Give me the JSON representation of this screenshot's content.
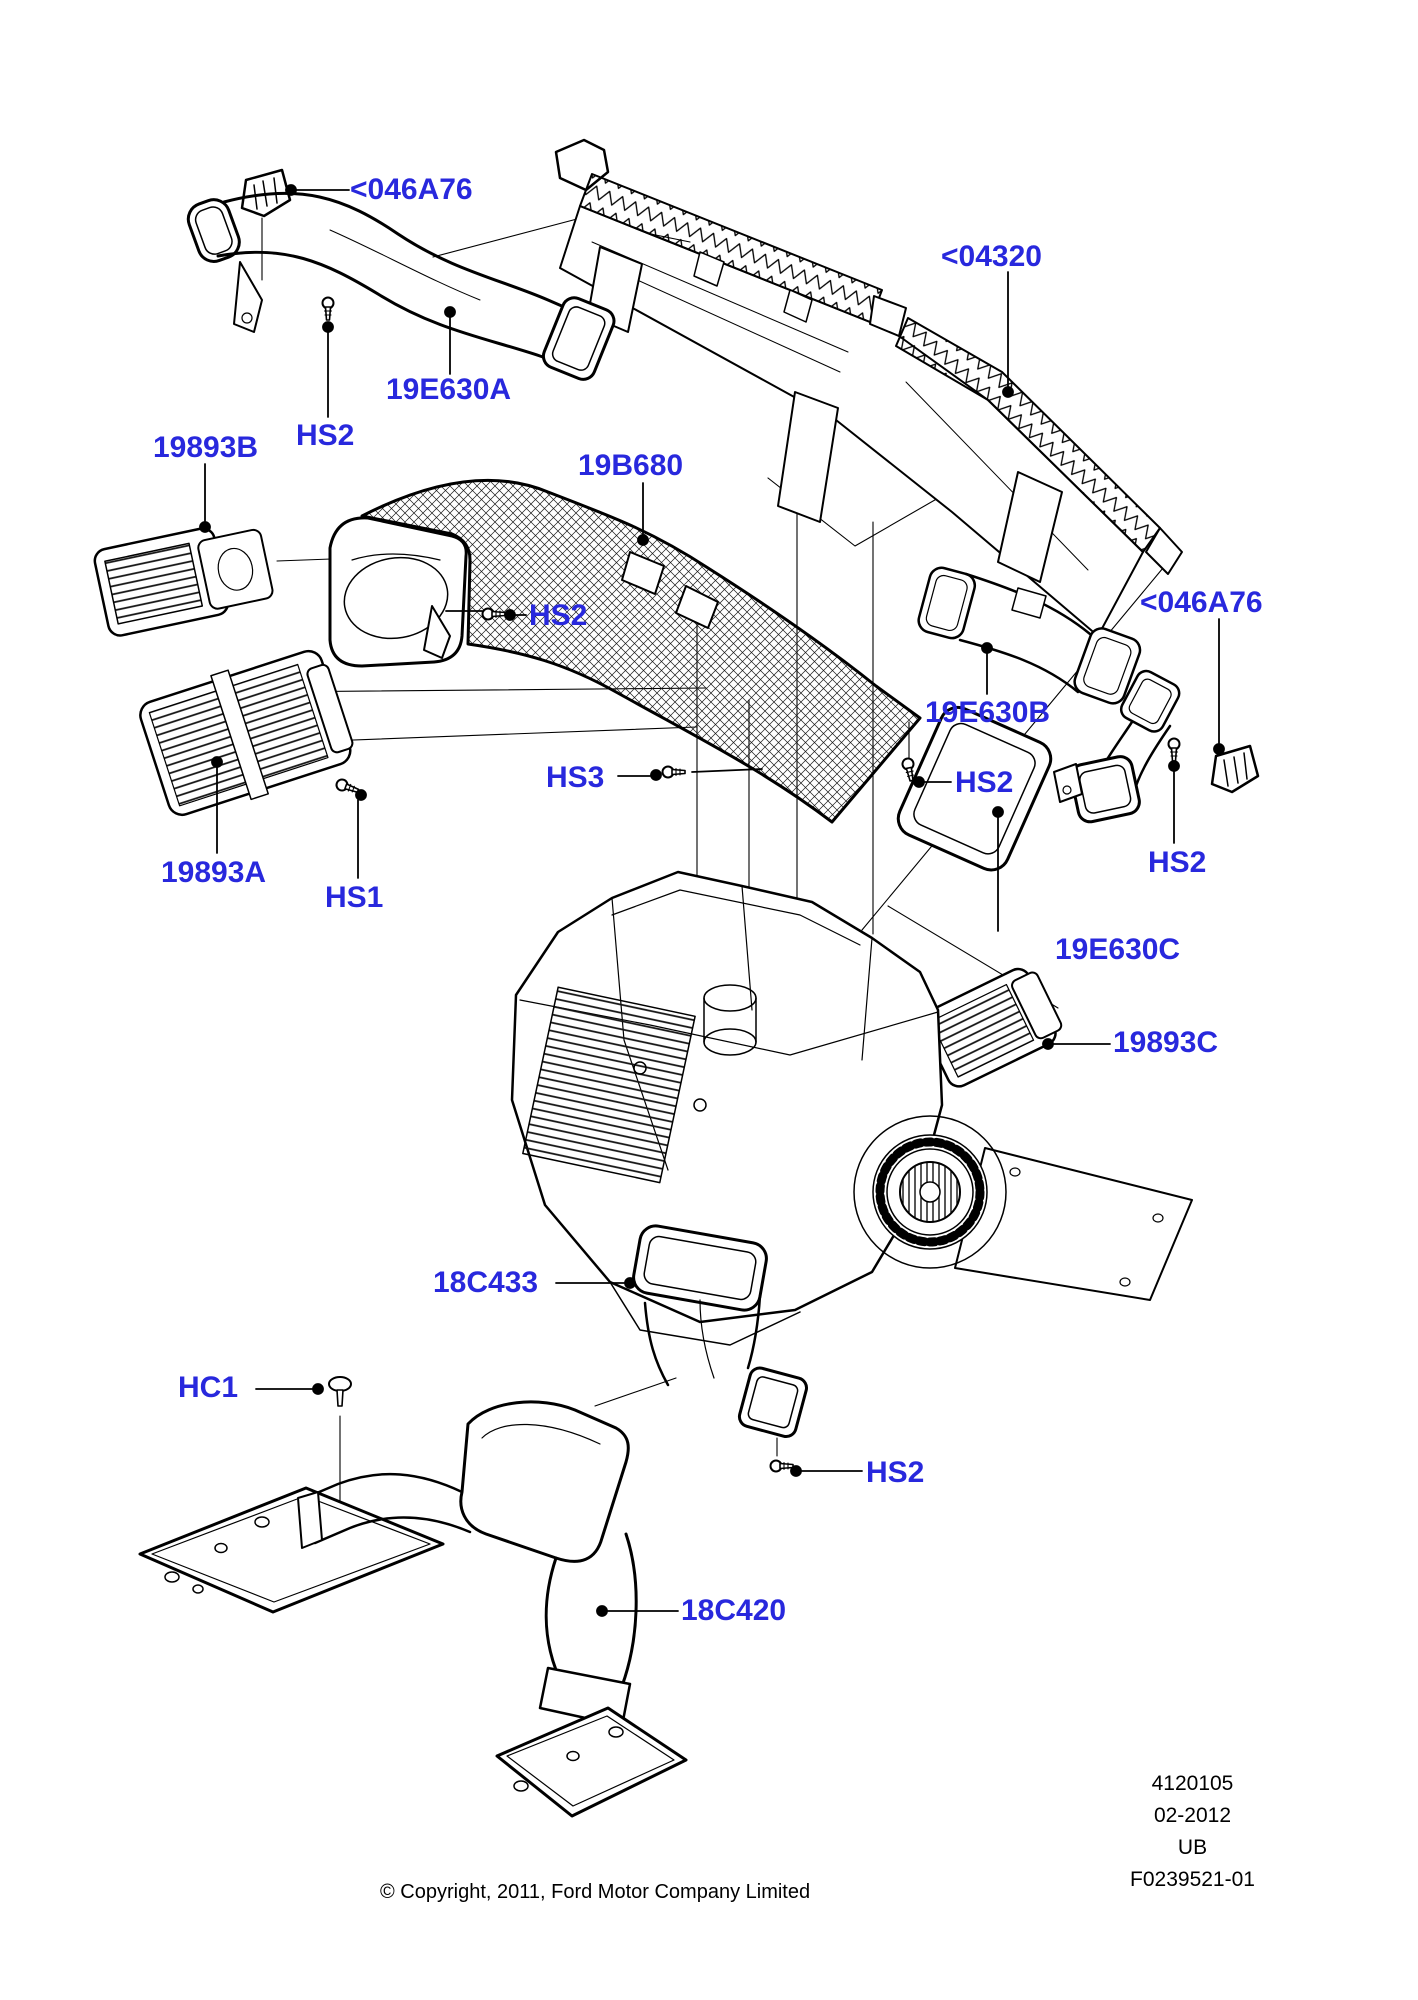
{
  "colors": {
    "background": "#ffffff",
    "callout_blue": "#2828dd",
    "line_black": "#000000"
  },
  "callouts": [
    {
      "id": "046A76-left",
      "text": "<046A76"
    },
    {
      "id": "04320",
      "text": "<04320"
    },
    {
      "id": "19E630A",
      "text": "19E630A"
    },
    {
      "id": "HS2-1",
      "text": "HS2"
    },
    {
      "id": "19893B",
      "text": "19893B"
    },
    {
      "id": "19B680",
      "text": "19B680"
    },
    {
      "id": "046A76-right",
      "text": "<046A76"
    },
    {
      "id": "HS2-2",
      "text": "HS2"
    },
    {
      "id": "19E630B",
      "text": "19E630B"
    },
    {
      "id": "HS3",
      "text": "HS3"
    },
    {
      "id": "HS2-3",
      "text": "HS2"
    },
    {
      "id": "HS2-4",
      "text": "HS2"
    },
    {
      "id": "19893A",
      "text": "19893A"
    },
    {
      "id": "HS1",
      "text": "HS1"
    },
    {
      "id": "19E630C",
      "text": "19E630C"
    },
    {
      "id": "19893C",
      "text": "19893C"
    },
    {
      "id": "18C433",
      "text": "18C433"
    },
    {
      "id": "HC1",
      "text": "HC1"
    },
    {
      "id": "HS2-5",
      "text": "HS2"
    },
    {
      "id": "18C420",
      "text": "18C420"
    }
  ],
  "footer": {
    "doc_id": "4120105",
    "date": "02-2012",
    "vehicle_code": "UB",
    "figure_id": "F0239521-01",
    "copyright": "© Copyright, 2011, Ford Motor Company Limited"
  }
}
